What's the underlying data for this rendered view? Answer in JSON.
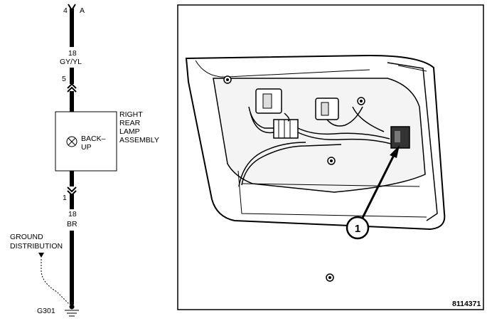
{
  "wiring": {
    "top_pin": "4",
    "top_connector": "A",
    "wire_gauge_top": "18",
    "wire_color_top": "GY/YL",
    "pin_upper": "5",
    "lamp_label": "BACK–",
    "lamp_label2": "UP",
    "assembly_line1": "RIGHT",
    "assembly_line2": "REAR",
    "assembly_line3": "LAMP",
    "assembly_line4": "ASSEMBLY",
    "pin_lower": "1",
    "wire_gauge_bottom": "18",
    "wire_color_bottom": "BR",
    "ground_line1": "GROUND",
    "ground_line2": "DISTRIBUTION",
    "ground_id": "G301"
  },
  "illustration": {
    "callout_number": "1",
    "figure_id": "8114371"
  }
}
